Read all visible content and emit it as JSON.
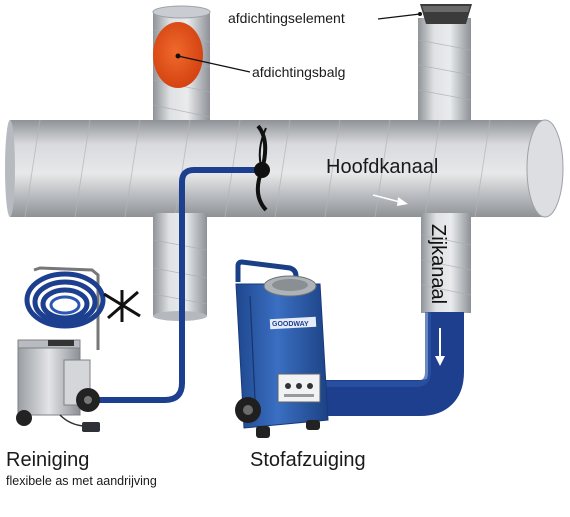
{
  "labels": {
    "seal_element": "afdichtingselement",
    "seal_bellows": "afdichtingsbalg",
    "main_duct": "Hoofdkanaal",
    "branch_duct": "Zijkanaal",
    "cleaning": "Reiniging",
    "cleaning_sub": "flexibele as met aandrijving",
    "dust_extraction": "Stofafzuiging",
    "vac_brand": "GOODWAY"
  },
  "colors": {
    "duct_light": "#e4e6e8",
    "duct_dark": "#9ea2a6",
    "hose_blue": "#1c3f8f",
    "balloon_orange": "#e8501b",
    "vacuum_blue": "#2d5fb0",
    "machine_steel": "#c9ccd0"
  }
}
